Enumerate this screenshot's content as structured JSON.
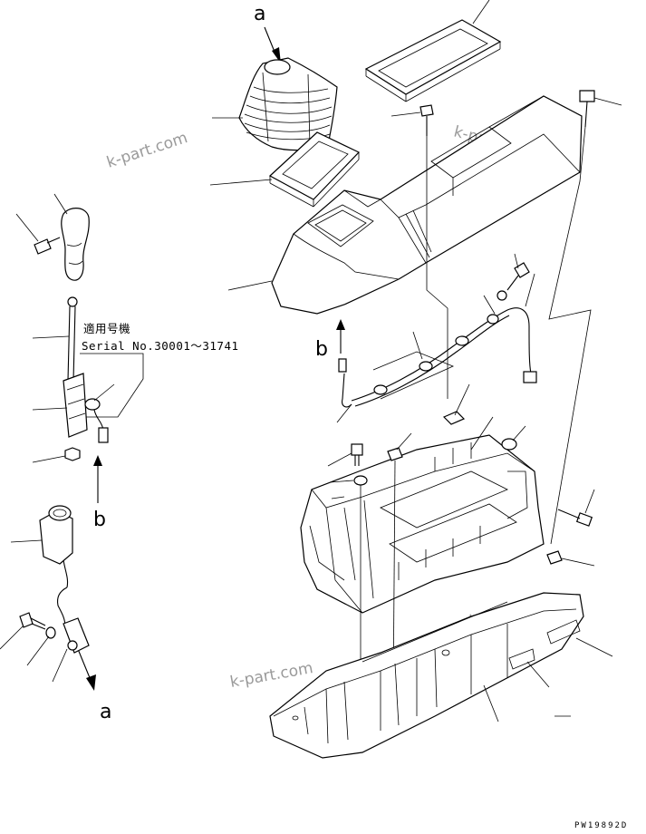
{
  "diagram": {
    "note_line1": "適用号機",
    "note_line2": "Serial No.30001～31741",
    "view_label_a": "a",
    "view_label_b": "b",
    "drawing_code": "PW19892D",
    "watermark": "k-part.com"
  }
}
